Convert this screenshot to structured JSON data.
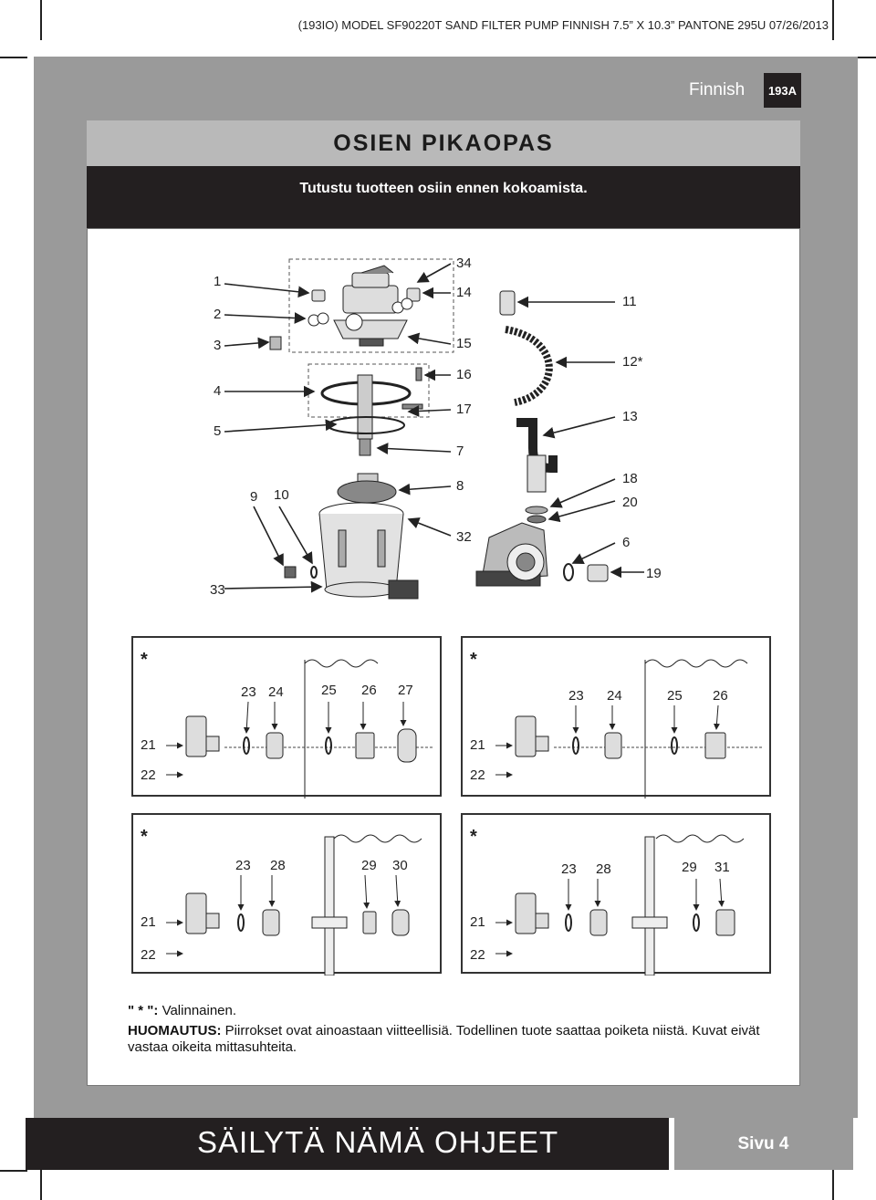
{
  "print_header": "(193IO)  MODEL SF90220T SAND FILTER PUMP  FINNISH  7.5” X 10.3”  PANTONE 295U  07/26/2013",
  "language": "Finnish",
  "page_code": "193A",
  "title": "OSIEN PIKAOPAS",
  "subtitle": "Tutustu tuotteen osiin ennen kokoamista.",
  "part_labels": {
    "p1": "1",
    "p2": "2",
    "p3": "3",
    "p4": "4",
    "p5": "5",
    "p6": "6",
    "p7": "7",
    "p8": "8",
    "p9": "9",
    "p10": "10",
    "p11": "11",
    "p12": "12*",
    "p13": "13",
    "p14": "14",
    "p15": "15",
    "p16": "16",
    "p17": "17",
    "p18": "18",
    "p19": "19",
    "p20": "20",
    "p32": "32",
    "p33": "33",
    "p34": "34"
  },
  "options": [
    {
      "star": "*",
      "labels": [
        "23",
        "24",
        "25",
        "26",
        "27"
      ],
      "left_labels": [
        "21",
        "22"
      ]
    },
    {
      "star": "*",
      "labels": [
        "23",
        "24",
        "25",
        "26"
      ],
      "left_labels": [
        "21",
        "22"
      ]
    },
    {
      "star": "*",
      "labels": [
        "23",
        "28",
        "29",
        "30"
      ],
      "left_labels": [
        "21",
        "22"
      ]
    },
    {
      "star": "*",
      "labels": [
        "23",
        "28",
        "29",
        "31"
      ],
      "left_labels": [
        "21",
        "22"
      ]
    }
  ],
  "notes": {
    "optional_key": "\" * \":",
    "optional_text": " Valinnainen.",
    "note_key": "HUOMAUTUS:",
    "note_text": " Piirrokset ovat ainoastaan viitteellisiä. Todellinen tuote saattaa poiketa niistä. Kuvat eivät vastaa oikeita mittasuhteita."
  },
  "footer": {
    "title": "SÄILYTÄ NÄMÄ OHJEET",
    "page": "Sivu 4"
  }
}
